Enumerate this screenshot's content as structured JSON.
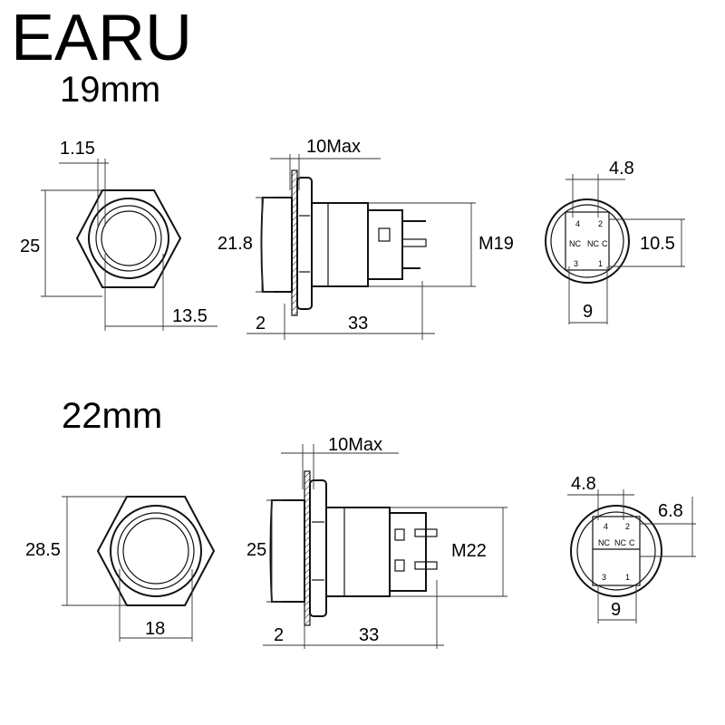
{
  "brand": "EARU",
  "sections": [
    {
      "title": "19mm",
      "front": {
        "height": "25",
        "bezel": "1.15",
        "inner": "13.5"
      },
      "side": {
        "max": "10Max",
        "height": "21.8",
        "thread": "M19",
        "panel": "2",
        "length": "33"
      },
      "back": {
        "top": "4.8",
        "right": "10.5",
        "bottom": "9"
      },
      "pins": {
        "p4": "4",
        "p2": "2",
        "nc1": "NC",
        "nc2": "NC",
        "c": "C",
        "p3": "3",
        "p1": "1"
      }
    },
    {
      "title": "22mm",
      "front": {
        "height": "28.5",
        "inner": "18"
      },
      "side": {
        "max": "10Max",
        "height": "25",
        "thread": "M22",
        "panel": "2",
        "length": "33"
      },
      "back": {
        "top": "4.8",
        "right": "6.8",
        "bottom": "9"
      },
      "pins": {
        "p4": "4",
        "p2": "2",
        "nc1": "NC",
        "nc2": "NC",
        "c": "C",
        "p3": "3",
        "p1": "1"
      }
    }
  ],
  "colors": {
    "line": "#111111",
    "background": "#ffffff"
  }
}
